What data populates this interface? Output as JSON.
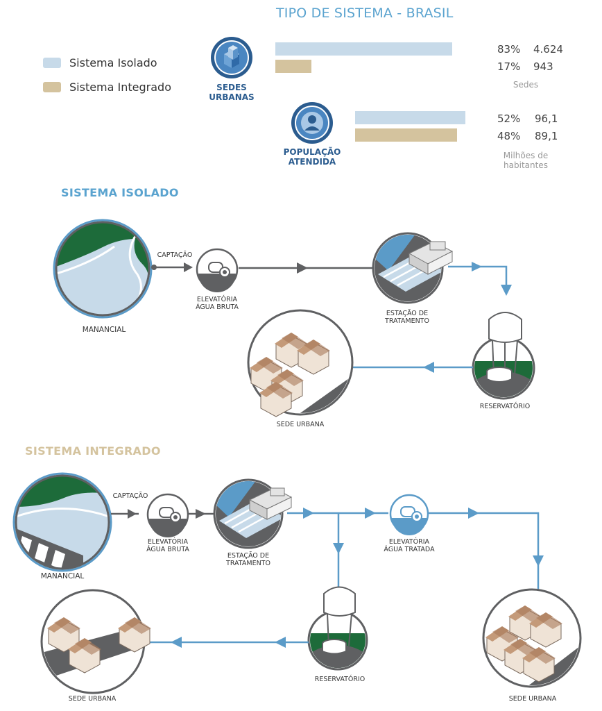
{
  "title": "TIPO DE SISTEMA - BRASIL",
  "legend": [
    {
      "label": "Sistema Isolado",
      "color": "#c7dae9"
    },
    {
      "label": "Sistema Integrado",
      "color": "#d4c39e"
    }
  ],
  "chart_data": {
    "type": "bar",
    "series": [
      {
        "name": "Sistema Isolado"
      },
      {
        "name": "Sistema Integrado"
      }
    ],
    "groups": [
      {
        "label": "SEDES\nURBANAS",
        "icon": "buildings-icon",
        "unit": "Sedes",
        "bars": [
          {
            "series": "Sistema Isolado",
            "percent_label": "83%",
            "percent": 83,
            "value_label": "4.624"
          },
          {
            "series": "Sistema Integrado",
            "percent_label": "17%",
            "percent": 17,
            "value_label": "943"
          }
        ]
      },
      {
        "label": "POPULAÇÃO\nATENDIDA",
        "icon": "person-icon",
        "unit": "Milhões de\nhabitantes",
        "bars": [
          {
            "series": "Sistema Isolado",
            "percent_label": "52%",
            "percent": 52,
            "value_label": "96,1"
          },
          {
            "series": "Sistema Integrado",
            "percent_label": "48%",
            "percent": 48,
            "value_label": "89,1"
          }
        ]
      }
    ]
  },
  "isolado": {
    "title": "SISTEMA ISOLADO",
    "color": "#5aa3cf",
    "captacao": "CAPTAÇÃO",
    "manancial": "MANANCIAL",
    "elevatoria": "ELEVATÓRIA\nÁGUA BRUTA",
    "estacao": "ESTAÇÃO DE\nTRATAMENTO",
    "reservatorio": "RESERVATÓRIO",
    "sede": "SEDE URBANA"
  },
  "integrado": {
    "title": "SISTEMA INTEGRADO",
    "color": "#d4c39e",
    "captacao": "CAPTAÇÃO",
    "manancial": "MANANCIAL",
    "elevatoria_bruta": "ELEVATÓRIA\nÁGUA BRUTA",
    "estacao": "ESTAÇÃO DE\nTRATAMENTO",
    "elevatoria_tratada": "ELEVATÓRIA\nÁGUA TRATADA",
    "reservatorio": "RESERVATÓRIO",
    "sede_left": "SEDE URBANA",
    "sede_right": "SEDE URBANA"
  },
  "colors": {
    "flow_gray": "#5f6062",
    "flow_blue": "#5b9bc8",
    "water": "#c7dae9",
    "forest": "#1d6b3a",
    "dark_blue": "#2b5c8f"
  }
}
